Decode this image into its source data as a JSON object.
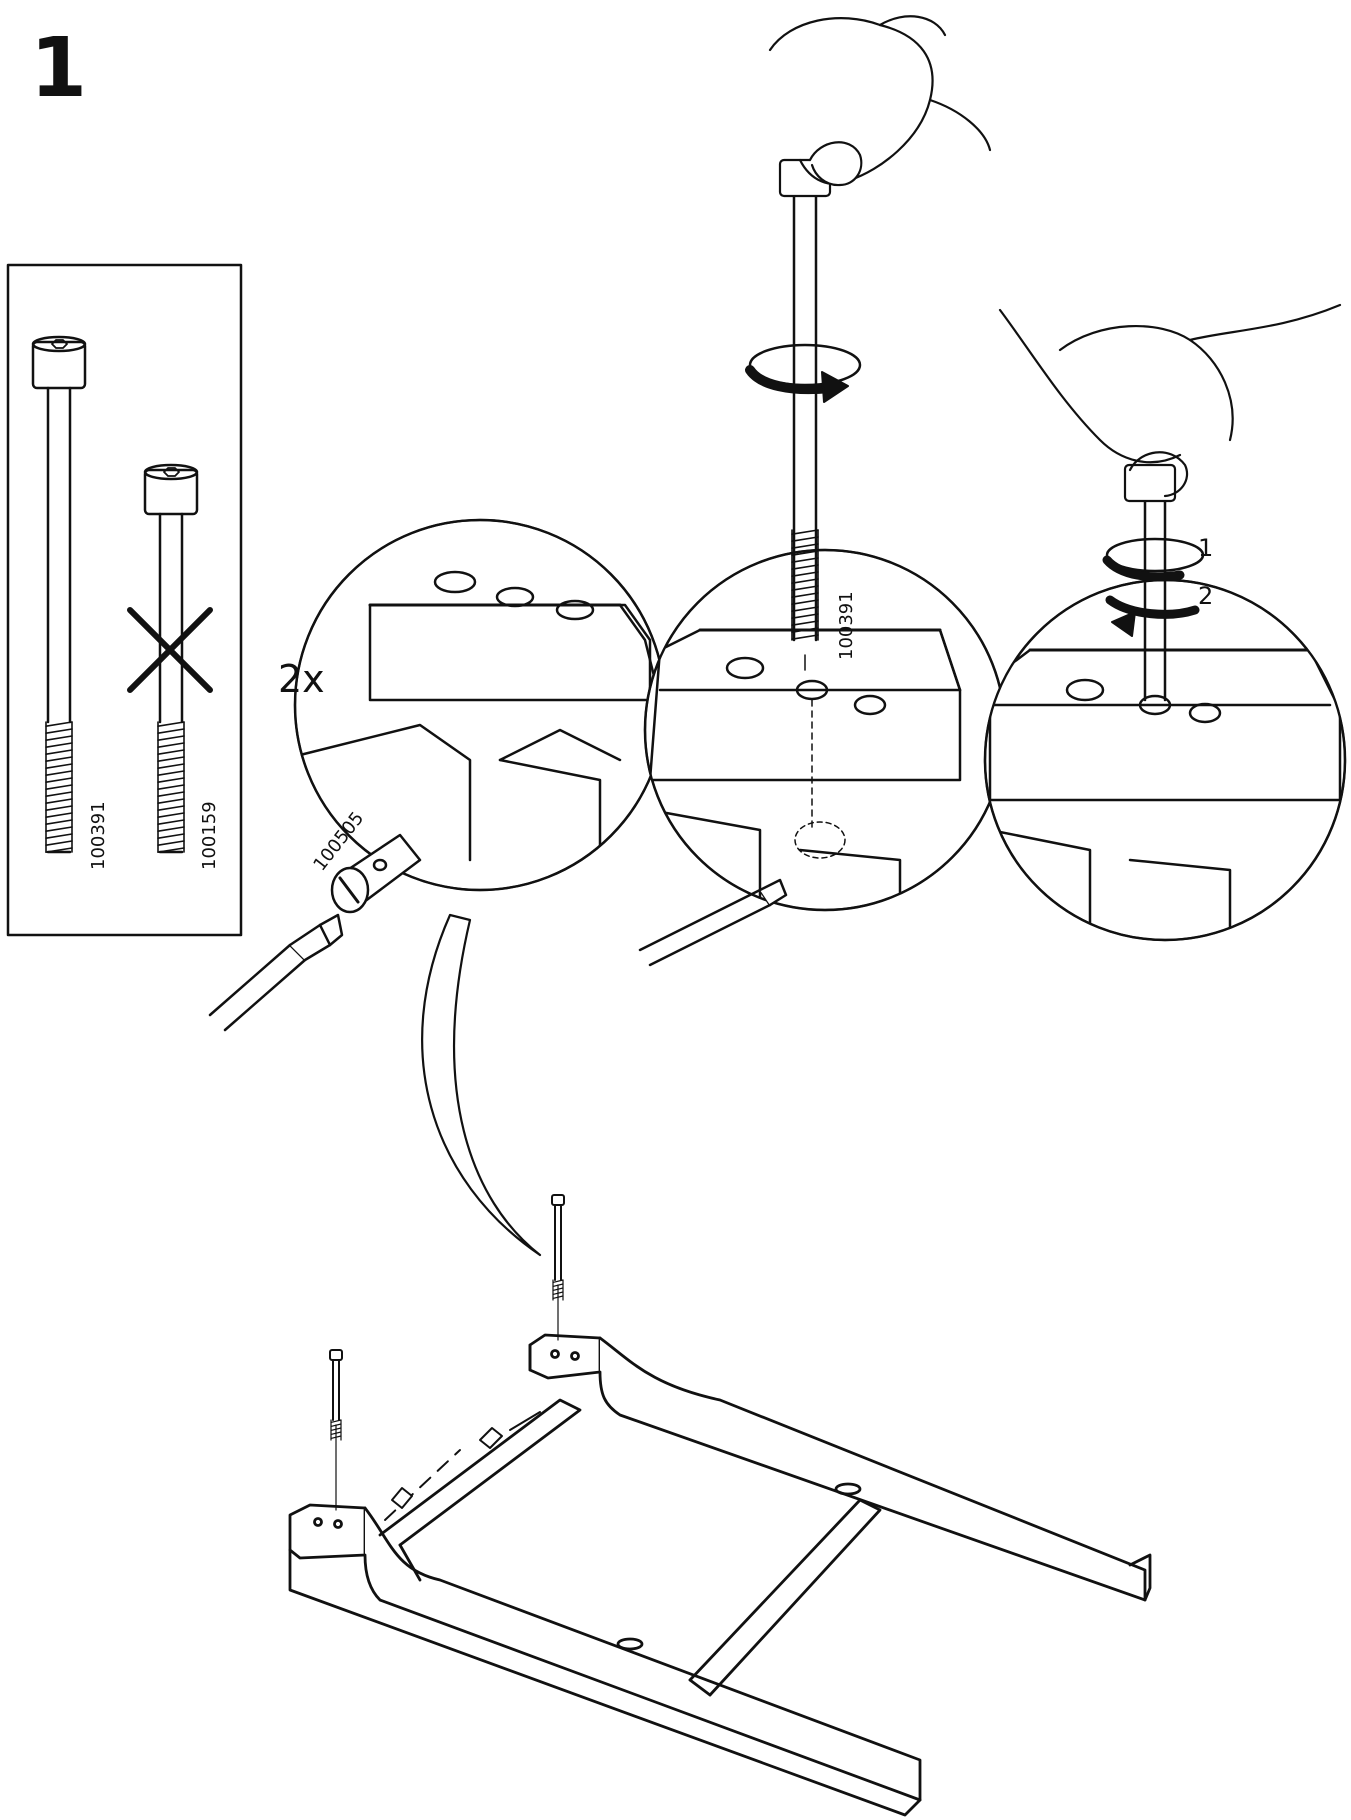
{
  "step": {
    "number": "1"
  },
  "parts_panel": {
    "correct_bolt_code": "100391",
    "wrong_bolt_code": "100159"
  },
  "detail_1": {
    "quantity": "2x",
    "barrel_nut_code": "100505"
  },
  "detail_2": {
    "bolt_code": "100391"
  },
  "detail_3": {
    "rotation_step_1": "1",
    "rotation_step_2": "2"
  },
  "colors": {
    "ink": "#111111",
    "paper": "#ffffff"
  }
}
